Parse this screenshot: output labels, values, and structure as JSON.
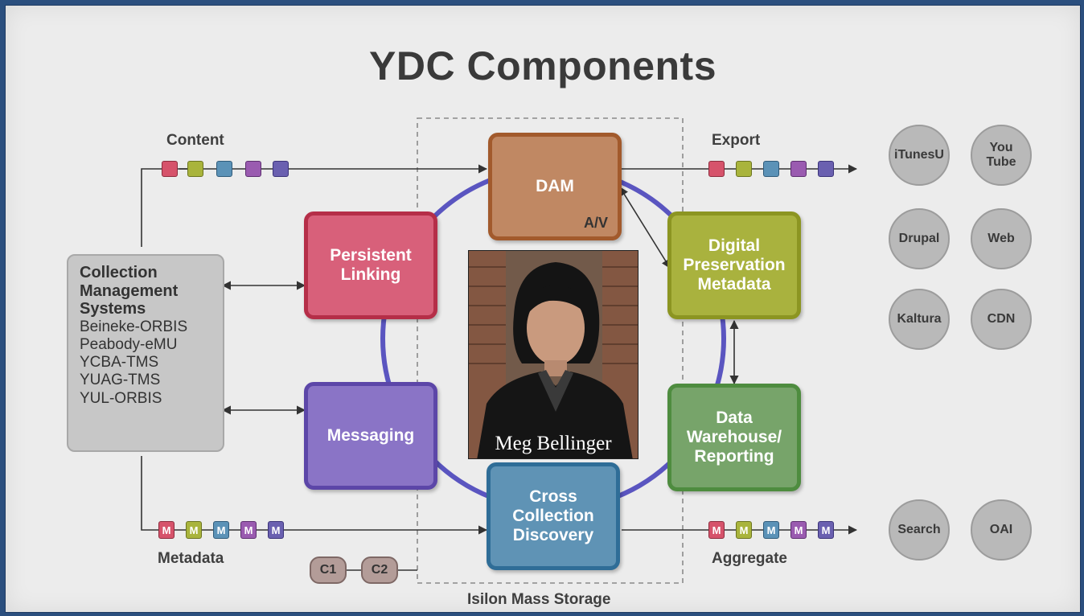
{
  "title": "YDC Components",
  "labels": {
    "content": "Content",
    "export": "Export",
    "metadata": "Metadata",
    "aggregate": "Aggregate",
    "storage": "Isilon Mass Storage"
  },
  "components": {
    "dam": {
      "label": "DAM",
      "sub": "A/V"
    },
    "persistent_linking": {
      "line1": "Persistent",
      "line2": "Linking"
    },
    "digital_preservation": {
      "line1": "Digital",
      "line2": "Preservation",
      "line3": "Metadata"
    },
    "messaging": {
      "label": "Messaging"
    },
    "data_warehouse": {
      "line1": "Data",
      "line2": "Warehouse/",
      "line3": "Reporting"
    },
    "cross_collection": {
      "line1": "Cross",
      "line2": "Collection",
      "line3": "Discovery"
    }
  },
  "cms": {
    "heading1": "Collection",
    "heading2": "Management",
    "heading3": "Systems",
    "items": [
      "Beineke-ORBIS",
      "Peabody-eMU",
      "YCBA-TMS",
      "YUAG-TMS",
      "YUL-ORBIS"
    ]
  },
  "photo": {
    "caption": "Meg Bellinger"
  },
  "outputs": [
    "iTunesU",
    "You Tube",
    "Drupal",
    "Web",
    "Kaltura",
    "CDN",
    "Search",
    "OAI"
  ],
  "metadata_marker": "M",
  "cache": {
    "c1": "C1",
    "c2": "C2"
  },
  "colors": {
    "red": "#d6536b",
    "olive": "#a9b43c",
    "blue": "#5b92b7",
    "purple": "#9a5bb0",
    "indigo": "#6a60b0",
    "dam": "#c08863",
    "ring": "#5a55c0"
  }
}
